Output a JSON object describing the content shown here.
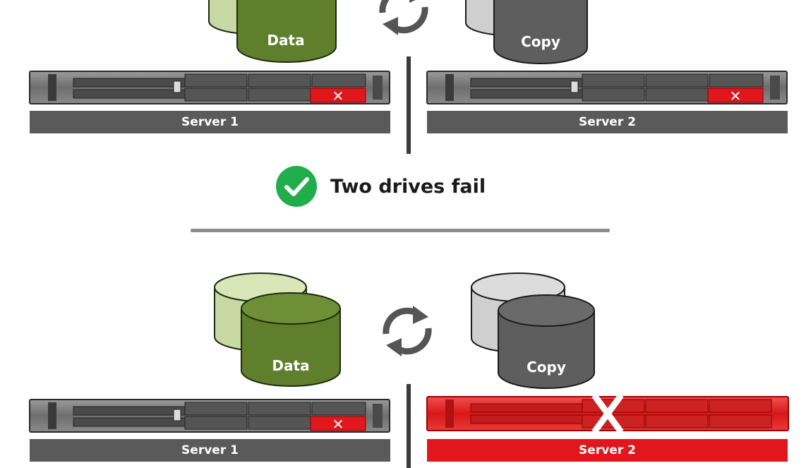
{
  "scenario_1": {
    "primary_disk_label": "Data",
    "copy_disk_label": "Copy",
    "server_1_label": "Server 1",
    "server_2_label": "Server 2",
    "outcome": {
      "status_icon": "check-circle-icon",
      "text": "Two drives fail"
    }
  },
  "scenario_2": {
    "primary_disk_label": "Data",
    "copy_disk_label": "Copy",
    "server_1_label": "Server 1",
    "server_2_label": "Server 2"
  },
  "icons": {
    "sync": "sync-arrows-icon",
    "failed_drive": "x-mark-icon",
    "failed_server": "x-mark-icon"
  },
  "colors": {
    "data_disk_front": "#5f7f2c",
    "data_disk_back": "#c8d9a3",
    "copy_disk_front": "#5e5e5e",
    "copy_disk_back": "#cfcfcf",
    "server_label_bg": "#5a5a5a",
    "failure_red": "#e0171c",
    "success_green": "#1fae4b",
    "divider": "#8c8c8c"
  }
}
